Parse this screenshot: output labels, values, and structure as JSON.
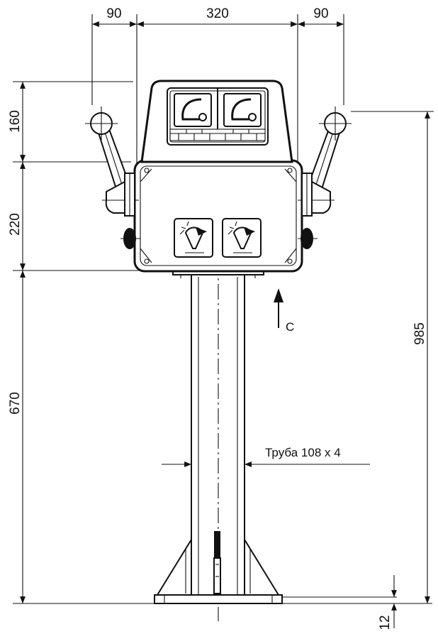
{
  "dimensions": {
    "top_left": "90",
    "top_center": "320",
    "top_right": "90",
    "left_upper": "160",
    "left_middle": "220",
    "left_lower": "670",
    "right_total": "985",
    "bottom_base": "12"
  },
  "labels": {
    "view_arrow": "C",
    "pipe_callout": "Труба 108 х 4"
  }
}
